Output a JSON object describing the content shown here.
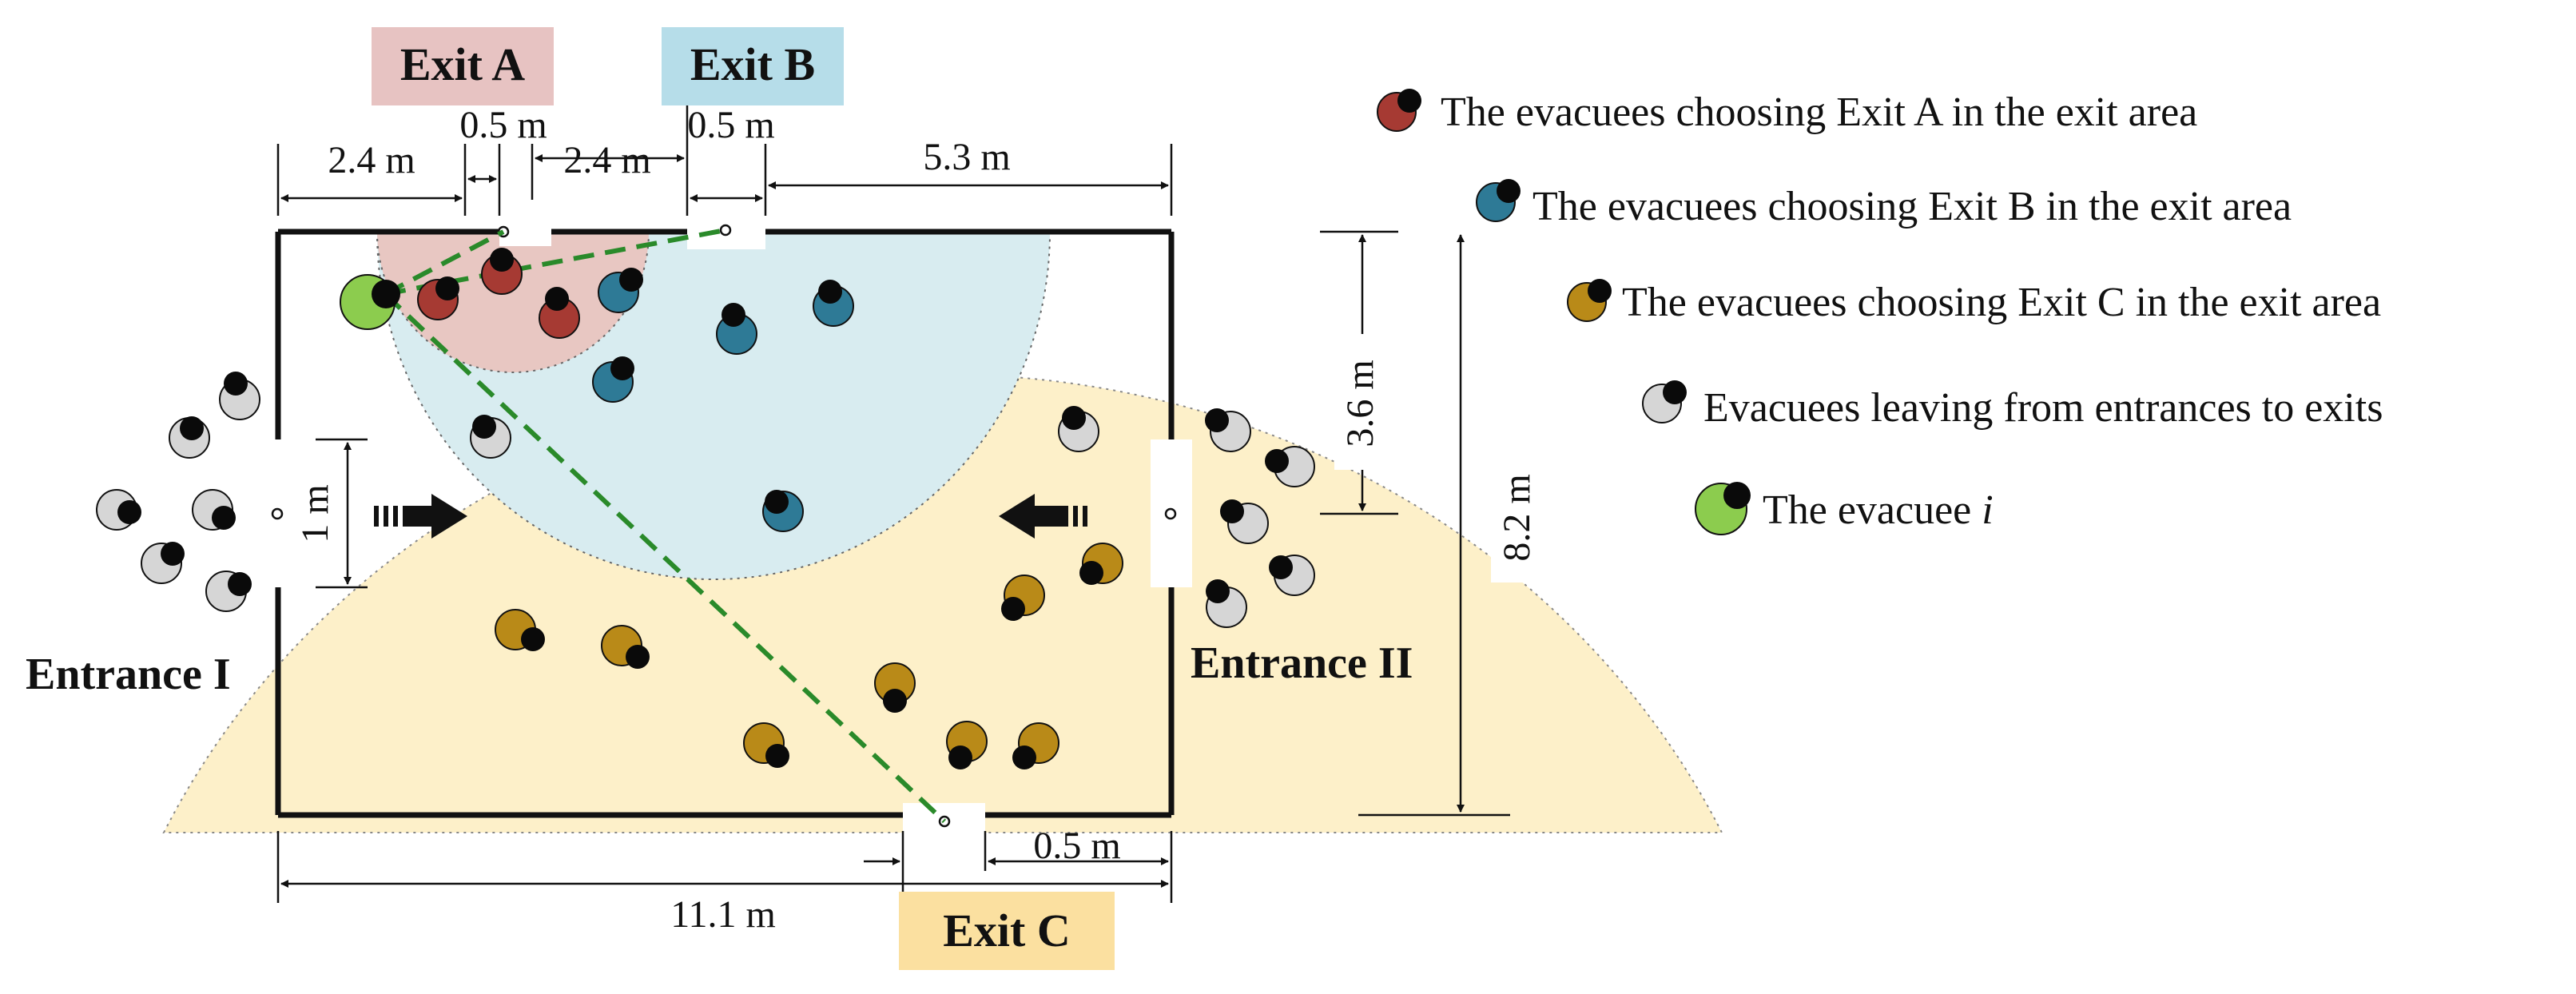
{
  "exits": {
    "a": {
      "label": "Exit A",
      "bg": "#e7c3c2"
    },
    "b": {
      "label": "Exit B",
      "bg": "#b6dde9"
    },
    "c": {
      "label": "Exit C",
      "bg": "#fbe0a0"
    }
  },
  "entrances": {
    "one": "Entrance I",
    "two": "Entrance II"
  },
  "dimensions": {
    "d_2_4_left": "2.4 m",
    "d_0_5_a": "0.5 m",
    "d_2_4_mid": "2.4 m",
    "d_0_5_b": "0.5 m",
    "d_5_3": "5.3 m",
    "d_0_5_c": "0.5 m",
    "d_11_1": "11.1 m",
    "d_1": "1 m",
    "d_3_6": "3.6 m",
    "d_8_2": "8.2 m"
  },
  "legend": [
    {
      "text": "The evacuees choosing Exit A in the exit area",
      "color": "#a63a33"
    },
    {
      "text": "The evacuees choosing Exit B in the exit area",
      "color": "#2e7a96"
    },
    {
      "text": "The evacuees choosing Exit C in the exit area",
      "color": "#b98a18"
    },
    {
      "text": "Evacuees leaving from entrances to exits",
      "color": "#d6d6d6"
    }
  ],
  "legend_i": {
    "prefix": "The evacuee ",
    "var": "i",
    "color": "#8ccc4e"
  },
  "colors": {
    "exit_area": "#fdf0c9",
    "zone_a": "#e8c7c2",
    "zone_b": "#d8ecf0",
    "path": "#2a8a2a",
    "head": "#0a0a0a"
  }
}
